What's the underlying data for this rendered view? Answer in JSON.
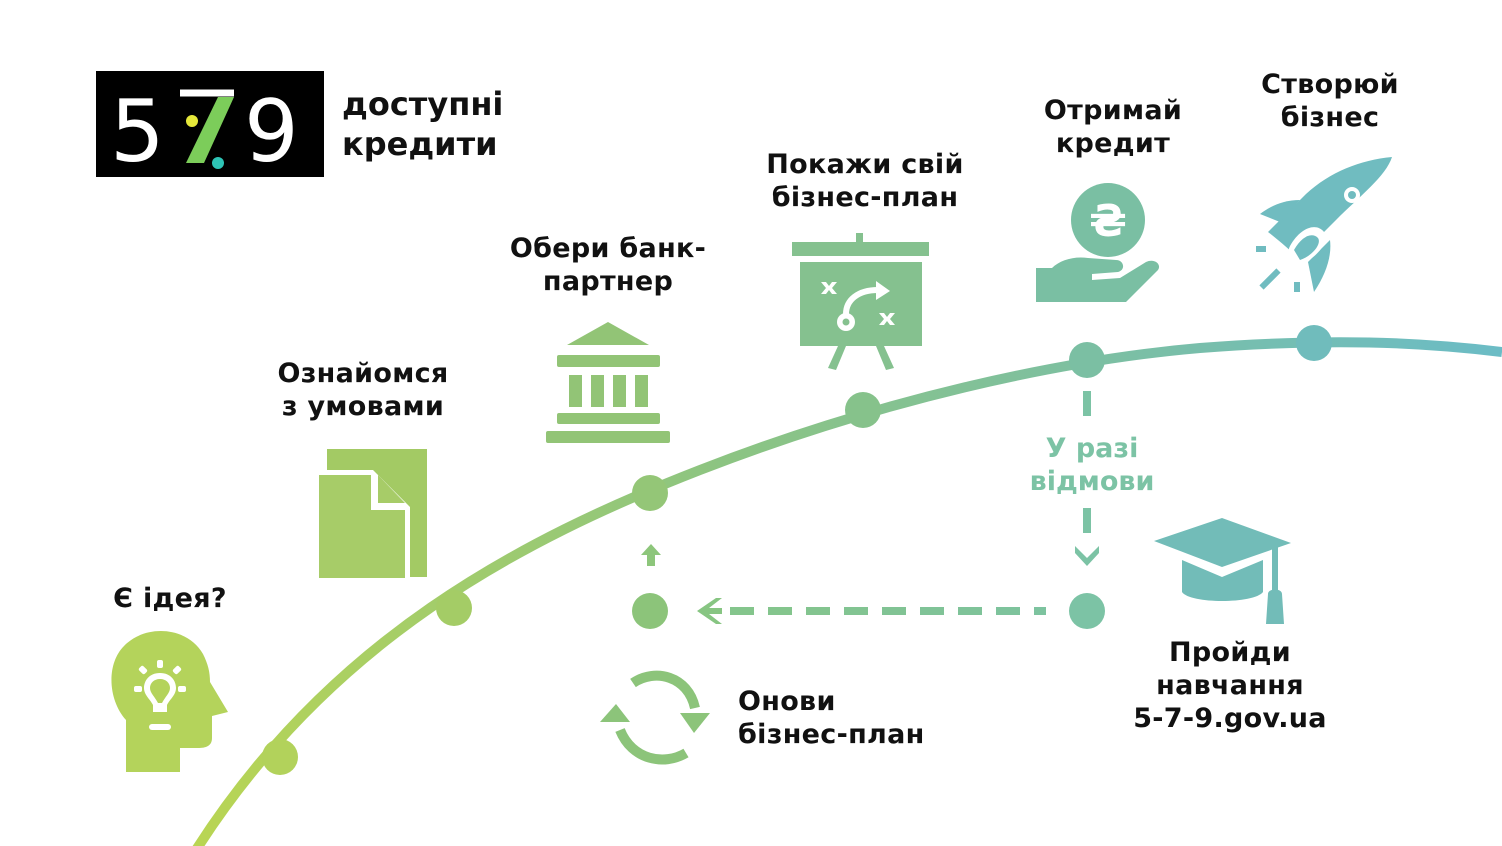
{
  "logo": {
    "digits": [
      "5",
      "7",
      "9"
    ],
    "tagline": [
      "доступні",
      "кредити"
    ],
    "accent_colors": {
      "dot_yellow": "#e5e83a",
      "slash_green": "#7ccd5a",
      "dot_teal": "#2ec4b6"
    }
  },
  "steps": [
    {
      "id": "idea",
      "label": [
        "Є ідея?"
      ],
      "icon": "head-lightbulb-icon",
      "color": "#b5d35c"
    },
    {
      "id": "terms",
      "label": [
        "Ознайомся",
        "з умовами"
      ],
      "icon": "documents-icon",
      "color": "#a5cc67"
    },
    {
      "id": "bank",
      "label": [
        "Обери банк-",
        "партнер"
      ],
      "icon": "bank-building-icon",
      "color": "#94c678"
    },
    {
      "id": "plan",
      "label": [
        "Покажи свій",
        "бізнес-план"
      ],
      "icon": "presentation-board-icon",
      "color": "#86c290"
    },
    {
      "id": "credit",
      "label": [
        "Отримай",
        "кредит"
      ],
      "icon": "hand-hryvnia-coin-icon",
      "color": "#7bbfa3",
      "coin_symbol": "₴"
    },
    {
      "id": "business",
      "label": [
        "Створюй",
        "бізнес"
      ],
      "icon": "rocket-icon",
      "color": "#72bcc0"
    }
  ],
  "branch": {
    "refusal_label": [
      "У разі",
      "відмови"
    ],
    "training": {
      "label": [
        "Пройди",
        "навчання",
        "5-7-9.gov.ua"
      ],
      "icon": "graduation-cap-icon",
      "color": "#72bcb8"
    },
    "update_plan": {
      "label": [
        "Онови",
        "бізнес-план"
      ],
      "icon": "refresh-cycle-icon",
      "color": "#8cc47a"
    }
  },
  "colors": {
    "curve_start": "#b8d455",
    "curve_mid": "#86c28a",
    "curve_end": "#6bbcc6",
    "dashed": "#7ec39a",
    "text": "#111111"
  }
}
